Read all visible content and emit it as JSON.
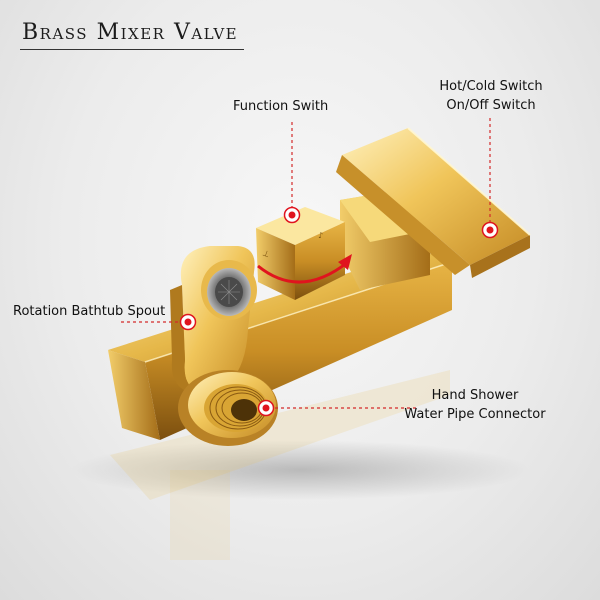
{
  "title": "Brass Mixer Valve",
  "callouts": {
    "function_switch": "Function Swith",
    "hot_cold_line1": "Hot/Cold Switch",
    "hot_cold_line2": "On/Off Switch",
    "rotation_spout": "Rotation Bathtub Spout",
    "hand_shower_line1": "Hand Shower",
    "hand_shower_line2": "Water Pipe Connector"
  },
  "colors": {
    "gold_light": "#f7dd8a",
    "gold_mid": "#d9a534",
    "gold_dark": "#8a5a12",
    "marker_red": "#e0141e",
    "leader_red": "#d42a2a"
  }
}
